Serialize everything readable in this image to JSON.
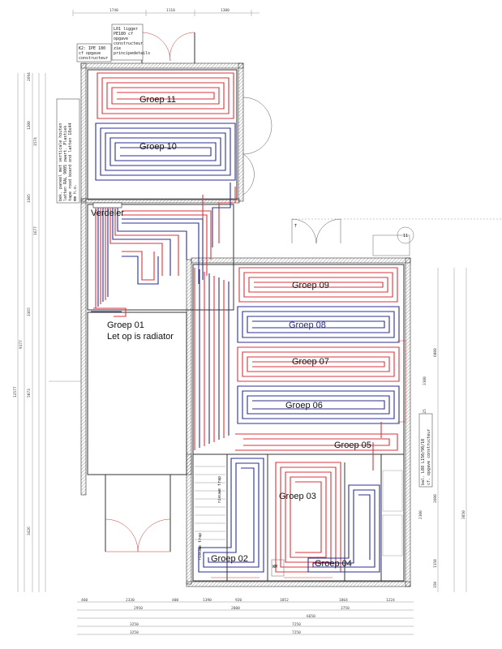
{
  "groups": {
    "g11": "Groep 11",
    "g10": "Groep 10",
    "g09": "Groep 09",
    "g08": "Groep 08",
    "g07": "Groep 07",
    "g06": "Groep 06",
    "g05": "Groep 05",
    "g03": "Groep 03",
    "g02": "Groep 02",
    "g04": "Groep 04",
    "g01": "Groep 01",
    "g01_note": "Let op is radiator",
    "verdeler": "Verdeler"
  },
  "notes": {
    "beam1": [
      "K2: IPE 180",
      "cf opgave",
      "constructeur"
    ],
    "beam2": [
      "L01 ligger",
      "PE180 cf",
      "opgave",
      "constructeur",
      "zie",
      "principedetails"
    ],
    "panel": [
      "bek. paneel met verticale houten",
      "latten RAL 9005 zwart. Plastiek",
      "tape rood board ond latten 18x44",
      "mm h.o."
    ],
    "beam3": [
      "bal. L08 L150/90/10",
      "cf. opgave constructeur"
    ],
    "stair1": "nieuwe trap",
    "stair2": "nieuwe trap",
    "wm": "WM",
    "small1": "T",
    "small2": "11"
  },
  "dims": {
    "top": [
      "1740",
      "1110",
      "1300"
    ],
    "left": [
      "2694",
      "1200",
      "1574",
      "3305",
      "1677",
      "3365",
      "9177",
      "12577",
      "5073",
      "3426"
    ],
    "right": [
      "6000",
      "3100",
      "2425",
      "2600",
      "3850",
      "2100",
      "1150",
      "350"
    ],
    "bottom1": [
      "460",
      "2330",
      "400",
      "1390",
      "920",
      "1852",
      "1864",
      "1224"
    ],
    "bottom2": [
      "2950",
      "2800",
      "3750"
    ],
    "bottom3": [
      "6650"
    ],
    "bottom4": [
      "3250",
      "7250"
    ],
    "bottom5": [
      "3250",
      "7250"
    ]
  },
  "colors": {
    "supply": "#d8363b",
    "return": "#2b2f93",
    "wall": "#333333"
  }
}
